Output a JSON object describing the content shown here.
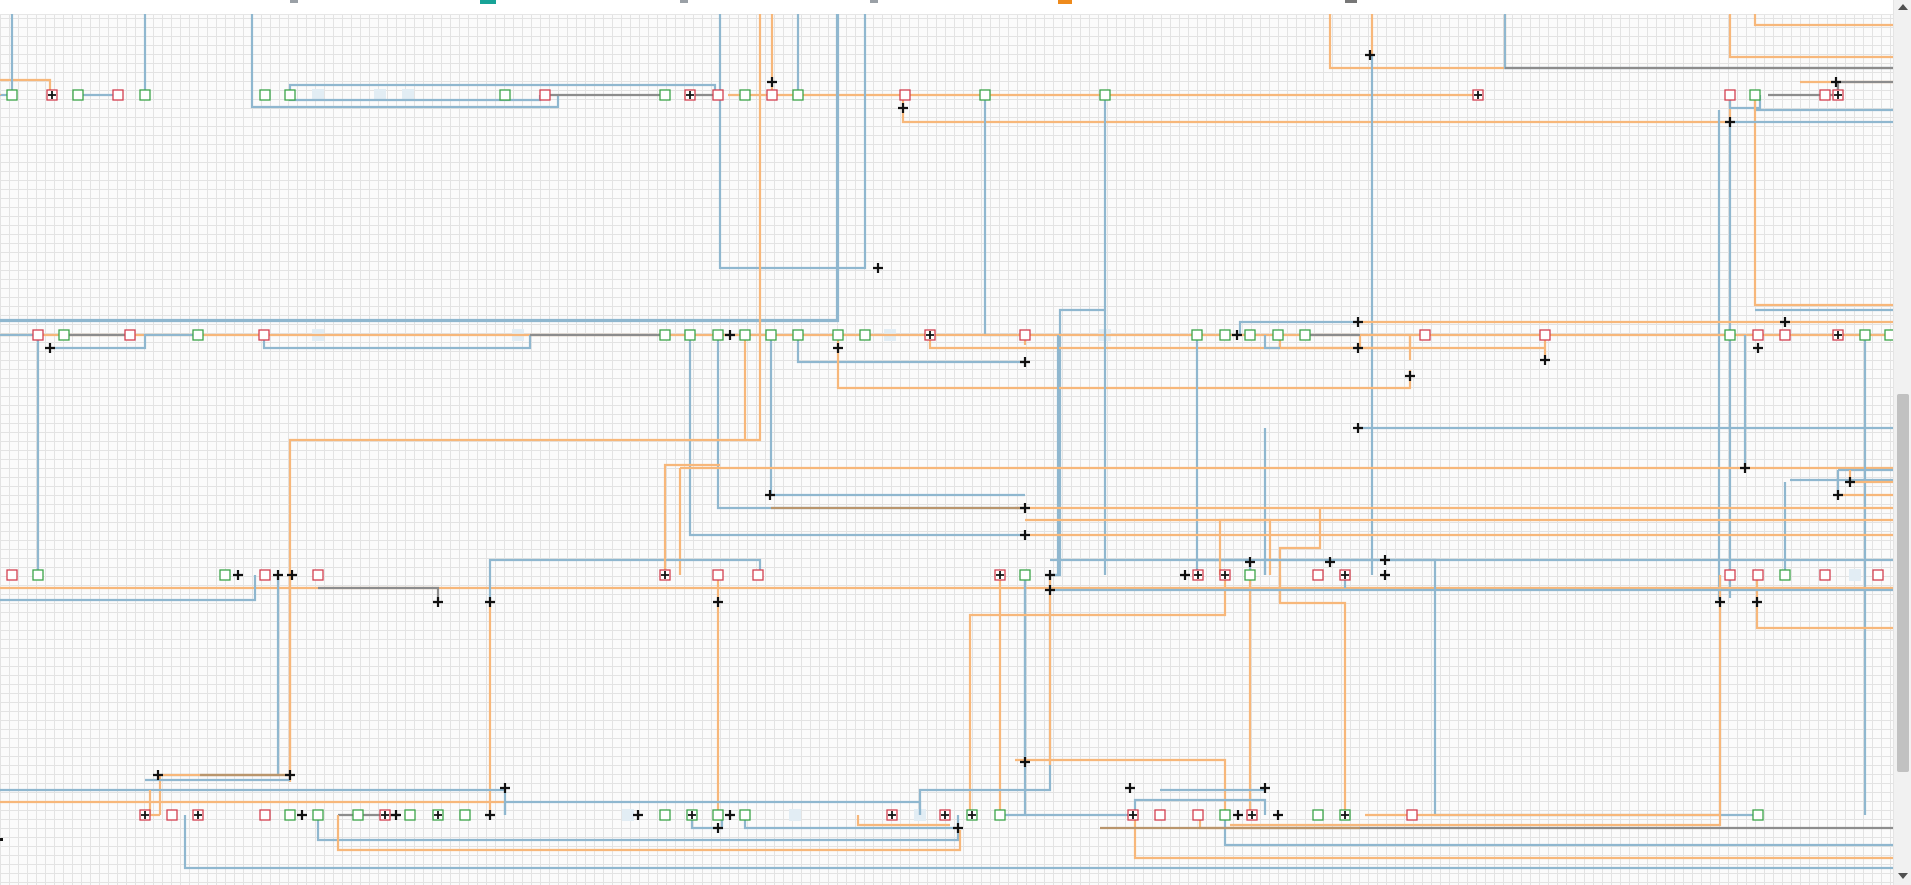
{
  "canvas": {
    "background": "#fbfbfb",
    "grid_color": "#e3e3e3",
    "grid": true
  },
  "colors": {
    "wire_blue": "#8fb7cf",
    "wire_orange": "#f7b77a",
    "wire_gray": "#8c8c8c",
    "wire_brown": "#b9956c",
    "input_port": "#3aa447",
    "output_port": "#d33f4f",
    "junction": "#111111",
    "highlight": "#e2edf4",
    "toolbar_teal": "#17a397",
    "toolbar_orange": "#ee8a1c"
  },
  "icons": {
    "toolbar": [
      "teal-square-icon",
      "orange-square-icon",
      "small-gray-glyph-icon"
    ],
    "scrollbar": [
      "scroll-up-arrow-icon",
      "scroll-down-arrow-icon"
    ]
  },
  "viewport": {
    "scroll_position_fraction": 0.45,
    "scroll_visible_fraction": 0.43
  },
  "diagram": {
    "type": "wiring-schematic",
    "port_kinds": [
      "input",
      "output",
      "output-connected"
    ],
    "wire_kinds": [
      "blue",
      "orange",
      "gray",
      "brown"
    ]
  }
}
